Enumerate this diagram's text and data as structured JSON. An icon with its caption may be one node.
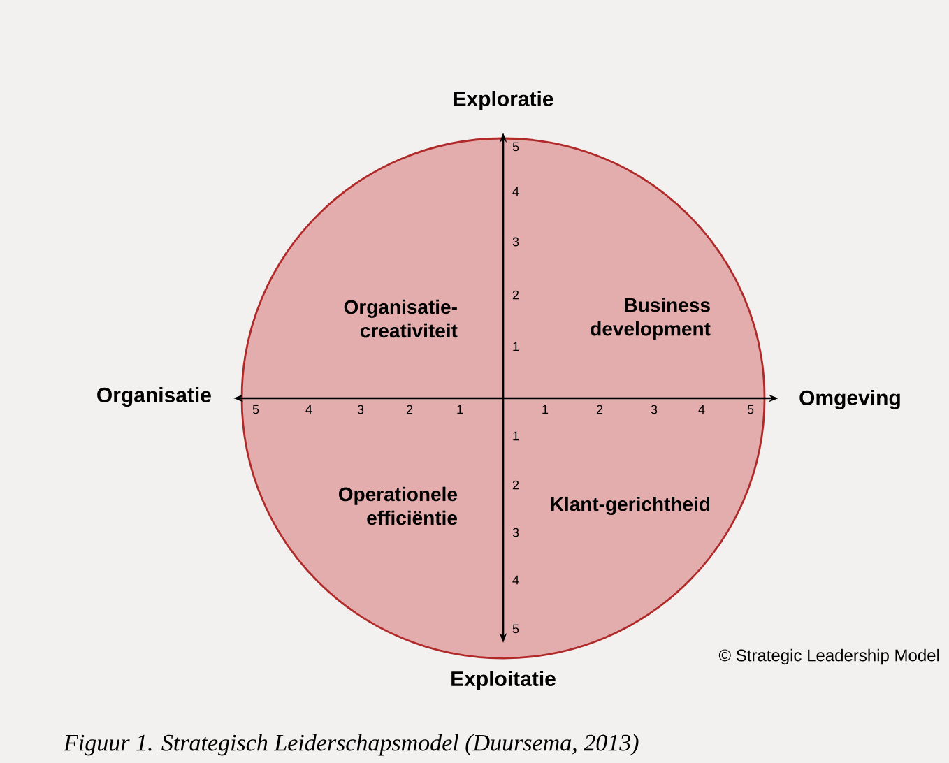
{
  "diagram": {
    "caption": "Figuur 1. Strategisch Leiderschapsmodel (Duursema, 2013)",
    "labels": [
      "Exploratie",
      "Organisatie",
      "Omgeving",
      "Exploitatie",
      "Organisatie-creativiteit",
      "Business development",
      "Operationele efficiëntie",
      "Klant-gerichtheid",
      "5",
      "4",
      "3",
      "2",
      "1",
      "1",
      "2",
      "3",
      "4",
      "5",
      "5",
      "4",
      "3",
      "2",
      "1",
      "1",
      "2",
      "3",
      "4",
      "5",
      "© Strategic Leadership Model"
    ]
  }
}
